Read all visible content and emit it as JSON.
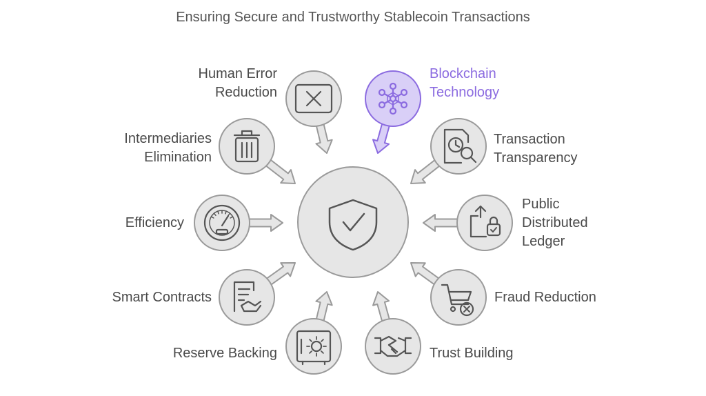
{
  "title": "Ensuring Secure and Trustworthy Stablecoin Transactions",
  "colors": {
    "node_fill": "#e6e6e6",
    "node_stroke": "#9a9a9a",
    "icon_stroke": "#555555",
    "highlight_fill": "#d9cff7",
    "highlight_stroke": "#8b6be0",
    "text": "#4a4a4a"
  },
  "center": {
    "icon": "shield-check-icon"
  },
  "factors": [
    {
      "id": "human-error-reduction",
      "lines": [
        "Human Error",
        "Reduction"
      ],
      "icon": "close-box-icon",
      "highlighted": false
    },
    {
      "id": "blockchain-technology",
      "lines": [
        "Blockchain",
        "Technology"
      ],
      "icon": "blockchain-network-icon",
      "highlighted": true
    },
    {
      "id": "intermediaries-elimination",
      "lines": [
        "Intermediaries",
        "Elimination"
      ],
      "icon": "trash-icon",
      "highlighted": false
    },
    {
      "id": "transaction-transparency",
      "lines": [
        "Transaction",
        "Transparency"
      ],
      "icon": "document-search-icon",
      "highlighted": false
    },
    {
      "id": "efficiency",
      "lines": [
        "Efficiency"
      ],
      "icon": "speedometer-icon",
      "highlighted": false
    },
    {
      "id": "public-distributed-ledger",
      "lines": [
        "Public",
        "Distributed",
        "Ledger"
      ],
      "icon": "share-lock-icon",
      "highlighted": false
    },
    {
      "id": "smart-contracts",
      "lines": [
        "Smart Contracts"
      ],
      "icon": "contract-handshake-icon",
      "highlighted": false
    },
    {
      "id": "fraud-reduction",
      "lines": [
        "Fraud Reduction"
      ],
      "icon": "cart-cancel-icon",
      "highlighted": false
    },
    {
      "id": "reserve-backing",
      "lines": [
        "Reserve Backing"
      ],
      "icon": "vault-icon",
      "highlighted": false
    },
    {
      "id": "trust-building",
      "lines": [
        "Trust Building"
      ],
      "icon": "handshake-icon",
      "highlighted": false
    }
  ]
}
